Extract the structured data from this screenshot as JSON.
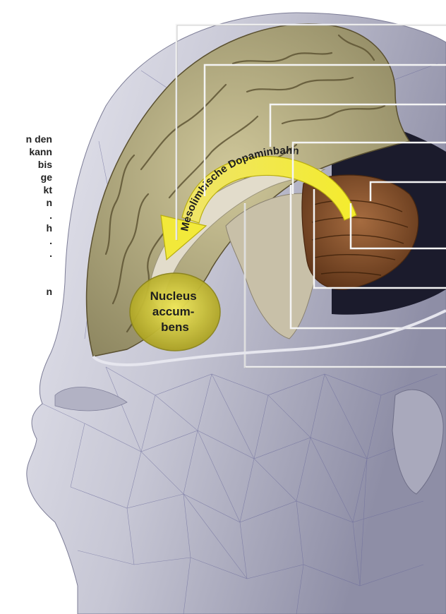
{
  "labels": {
    "pathway": "Mesolimbische Dopaminbahn",
    "nucleus": [
      "Nucleus",
      "accum-",
      "bens"
    ]
  },
  "side_text_fragments": [
    "n den",
    "kann",
    "bis",
    "ge",
    "kt",
    "n",
    ".",
    "h",
    ".",
    ".",
    "",
    "",
    "n"
  ],
  "colors": {
    "background": "#ffffff",
    "head_skin": "#c9c9d6",
    "mesh": "#6a6a9a",
    "cortex": "#b5ad82",
    "cortex_dark": "#5a5030",
    "white_matter": "#e2dccb",
    "cerebellum": "#8a5530",
    "arrow_yellow": "#f2e93a",
    "arrow_edge": "#b8ad10",
    "nucleus_fill": "#e5dc40",
    "dark_cavity": "#1b1b2c",
    "leader_line": "#f4f4f4",
    "text": "#222222"
  },
  "leader_line_count": 9
}
